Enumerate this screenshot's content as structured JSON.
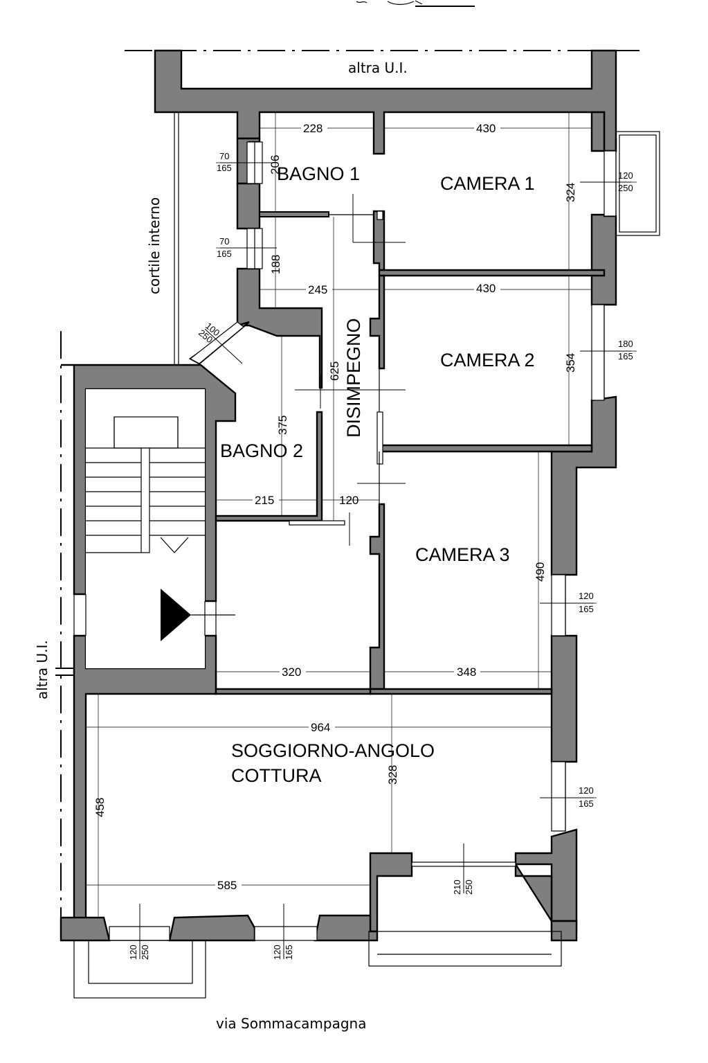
{
  "labels": {
    "top_neighbor": "altra U.I.",
    "left_neighbor": "altra U.I.",
    "courtyard": "cortile interno",
    "street": "via Sommacampagna"
  },
  "rooms": {
    "bagno1": "BAGNO 1",
    "bagno2": "BAGNO 2",
    "camera1": "CAMERA 1",
    "camera2": "CAMERA 2",
    "camera3": "CAMERA 3",
    "disimpegno": "DISIMPEGNO",
    "soggiorno_line1": "SOGGIORNO-ANGOLO",
    "soggiorno_line2": "COTTURA"
  },
  "dimensions": {
    "bagno1_w": "228",
    "bagno1_h": "206",
    "camera1_w": "430",
    "camera1_h": "324",
    "corridor_w": "245",
    "corridor_h": "188",
    "camera2_w": "430",
    "camera2_h": "354",
    "disimpegno_len": "625",
    "bagno2_h": "375",
    "bagno2_w": "215",
    "passage_w": "120",
    "camera3_h": "490",
    "camera3_w": "348",
    "entry_w": "320",
    "living_w": "964",
    "living_h": "458",
    "living_depth": "328",
    "living_lower_w": "585"
  },
  "openings": {
    "w_bagno1": [
      "70",
      "165"
    ],
    "w_corridor": [
      "70",
      "165"
    ],
    "w_camera1": [
      "120",
      "250"
    ],
    "w_bagno2": [
      "100",
      "250"
    ],
    "w_camera2": [
      "180",
      "165"
    ],
    "w_camera3": [
      "120",
      "165"
    ],
    "w_living_right": [
      "120",
      "165"
    ],
    "w_balcony_door": [
      "210",
      "250"
    ],
    "w_bottom_left": [
      "120",
      "250"
    ],
    "w_bottom_mid": [
      "120",
      "165"
    ]
  }
}
